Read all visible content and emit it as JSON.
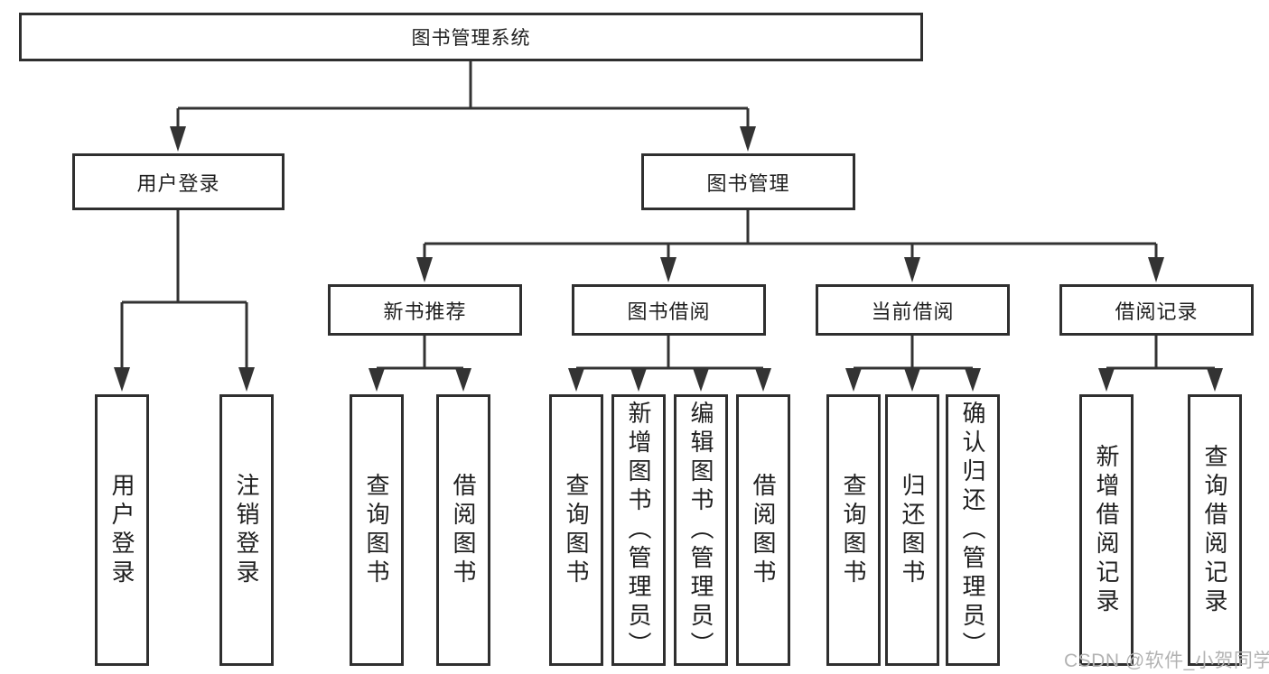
{
  "diagram": {
    "root": {
      "label": "图书管理系统"
    },
    "branches": [
      {
        "label": "用户登录",
        "children": [
          {
            "label": "用户登录"
          },
          {
            "label": "注销登录"
          }
        ]
      },
      {
        "label": "图书管理",
        "children": [
          {
            "label": "新书推荐",
            "children": [
              {
                "label": "查询图书"
              },
              {
                "label": "借阅图书"
              }
            ]
          },
          {
            "label": "图书借阅",
            "children": [
              {
                "label": "查询图书"
              },
              {
                "label": "新增图书（管理员）"
              },
              {
                "label": "编辑图书（管理员）"
              },
              {
                "label": "借阅图书"
              }
            ]
          },
          {
            "label": "当前借阅",
            "children": [
              {
                "label": "查询图书"
              },
              {
                "label": "归还图书"
              },
              {
                "label": "确认归还（管理员）"
              }
            ]
          },
          {
            "label": "借阅记录",
            "children": [
              {
                "label": "新增借阅记录"
              },
              {
                "label": "查询借阅记录"
              }
            ]
          }
        ]
      }
    ]
  },
  "watermark": {
    "text": "CSDN @软件_小贺同学"
  },
  "colors": {
    "line": "#333333",
    "box_border": "#2f2f2f",
    "box_fill": "#ffffff",
    "text": "#1f1f1f",
    "watermark": "#b3b3b3",
    "background": "#ffffff"
  }
}
